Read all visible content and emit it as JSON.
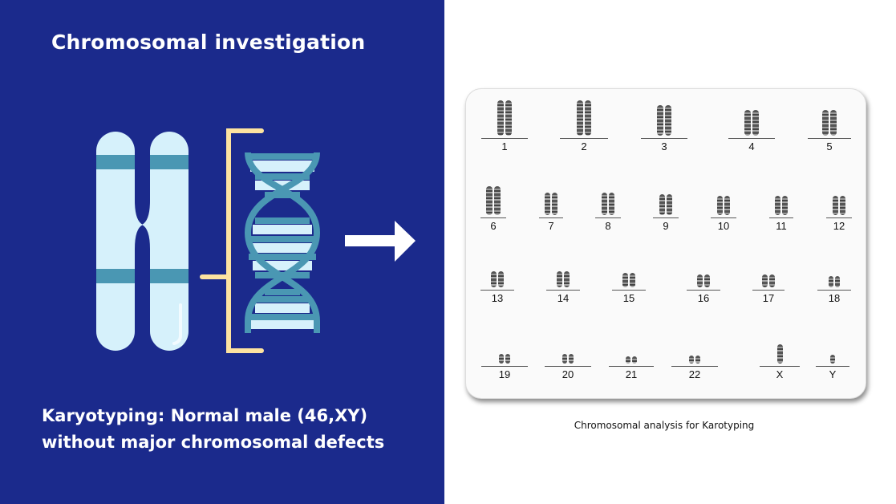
{
  "slide": {
    "title": "Chromosomal investigation",
    "summary_line1": "Karyotyping: Normal male (46,XY)",
    "summary_line2": "without major chromosomal defects",
    "caption": "Chromosomal analysis for Karotyping"
  },
  "karyotype": {
    "rows": [
      [
        "1",
        "2",
        "3",
        "4",
        "5"
      ],
      [
        "6",
        "7",
        "8",
        "9",
        "10",
        "11",
        "12"
      ],
      [
        "13",
        "14",
        "15",
        "16",
        "17",
        "18"
      ],
      [
        "19",
        "20",
        "21",
        "22",
        "X",
        "Y"
      ]
    ]
  },
  "colors": {
    "background": "#1b2a8c",
    "chromosome": "#d6f1fb",
    "band": "#4a97b3",
    "bracket": "#fde3a0",
    "arrow": "#ffffff"
  }
}
